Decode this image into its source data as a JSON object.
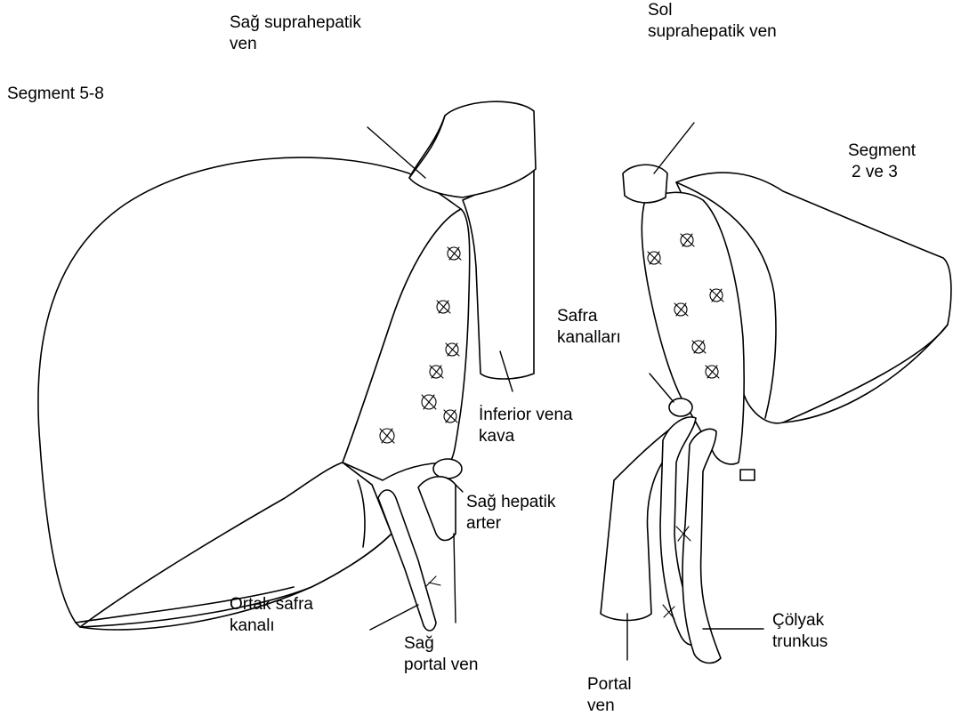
{
  "colors": {
    "line": "#000000",
    "background": "#ffffff"
  },
  "labels": {
    "right_suprahepatic_vein": [
      "Sağ suprahepatik",
      "ven"
    ],
    "left_suprahepatic_vein": [
      "Sol",
      "suprahepatik ven"
    ],
    "segment_5_8": [
      "Segment 5-8"
    ],
    "segment_2_3": [
      "Segment",
      "2 ve 3"
    ],
    "bile_ducts": [
      "Safra",
      "kanalları"
    ],
    "inferior_vena_cava": [
      "İnferior vena",
      "kava"
    ],
    "right_hepatic_artery": [
      "Sağ hepatik",
      "arter"
    ],
    "common_bile_duct": [
      "Ortak safra",
      "kanalı"
    ],
    "right_portal_vein": [
      "Sağ",
      "portal ven"
    ],
    "portal_vein": [
      "Portal",
      "ven"
    ],
    "celiac_trunk": [
      "Çölyak",
      "trunkus"
    ]
  }
}
